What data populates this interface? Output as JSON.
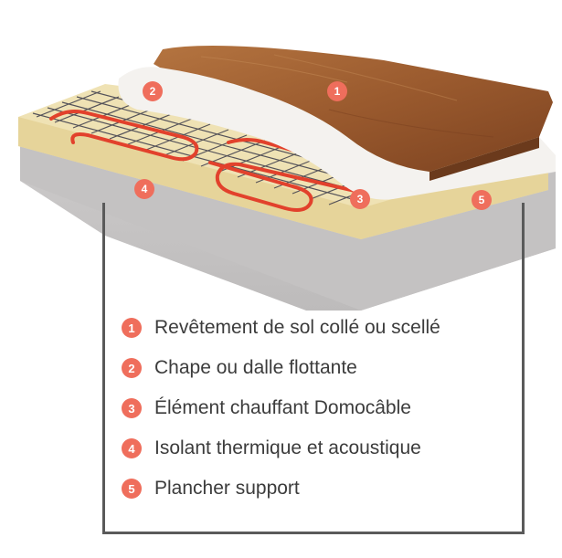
{
  "legend": {
    "items": [
      {
        "number": "1",
        "label": "Revêtement de sol collé ou scellé"
      },
      {
        "number": "2",
        "label": "Chape ou dalle flottante"
      },
      {
        "number": "3",
        "label": "Élément chauffant Domocâble"
      },
      {
        "number": "4",
        "label": "Isolant thermique et acoustique"
      },
      {
        "number": "5",
        "label": "Plancher support"
      }
    ]
  },
  "markers": {
    "m1": "1",
    "m2": "2",
    "m3": "3",
    "m4": "4",
    "m5": "5"
  },
  "colors": {
    "accent": "#ef6e5c",
    "wood": "#9a5a2e",
    "screed": "#f4f2ef",
    "insulation": "#efe2b4",
    "support": "#c9c7c7",
    "cable": "#e2412c",
    "mesh": "#3a3a4a"
  }
}
